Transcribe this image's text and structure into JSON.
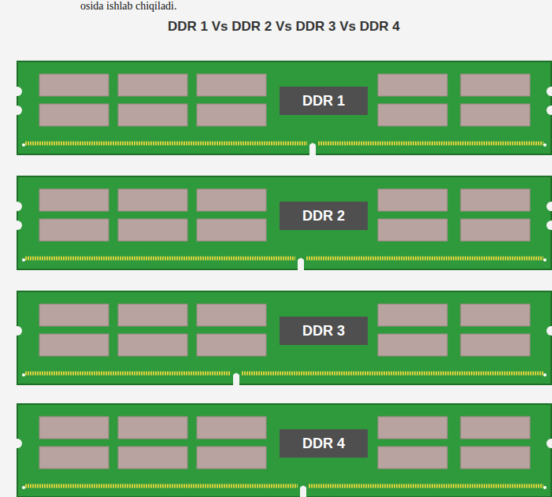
{
  "diagram": {
    "title": "DDR 1 Vs DDR 2 Vs DDR 3 Vs DDR 4",
    "nodes": [
      {
        "text": [
          "DDR 1"
        ]
      },
      {
        "text": [
          "DDR 2"
        ]
      },
      {
        "text": [
          "DDR 3"
        ]
      },
      {
        "text": [
          "DDR 4"
        ]
      }
    ],
    "labels": [
      "osida ishlab chiqiladi."
    ]
  }
}
